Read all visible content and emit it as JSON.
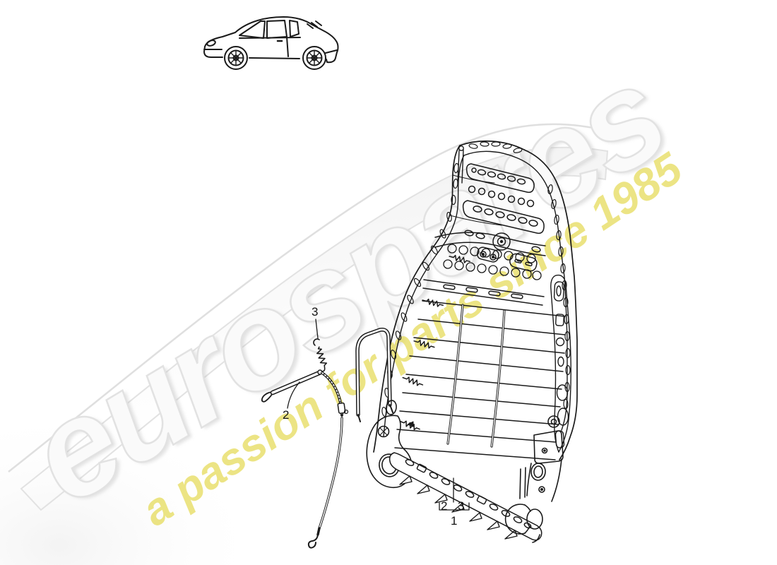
{
  "watermark": {
    "brand": "eurospares",
    "tagline": "a passion for parts since 1985",
    "brand_fill": "#fafafa",
    "brand_outline": "#e2e2e2",
    "tagline_color": "#e7dd62"
  },
  "drawing": {
    "line_color": "#1a1a1a",
    "background": "#ffffff"
  },
  "icons": {
    "vehicle": "porsche-911-coupe-side-view-line-art",
    "subject": "sports-seat-backrest-frame-exploded-drawing"
  },
  "callouts": {
    "spring_top": "3",
    "cable": "2",
    "group_2": "2",
    "group_3": "3",
    "group_1": "1"
  }
}
